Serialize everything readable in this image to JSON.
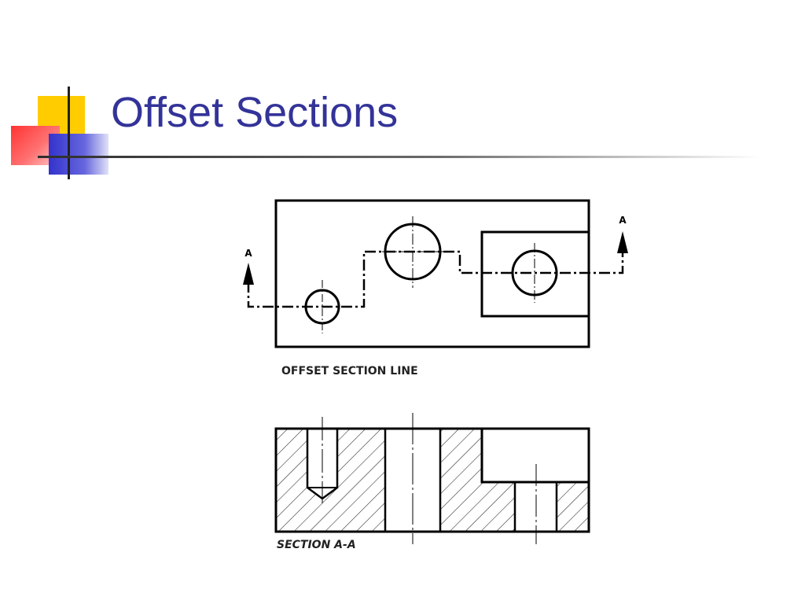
{
  "slide": {
    "title": "Offset Sections",
    "accent_colors": {
      "yellow": "#FFCC00",
      "red": "#FF3333",
      "blue": "#3333CC",
      "title_text": "#333399"
    }
  },
  "diagram": {
    "top_view": {
      "section_marker_left": "A",
      "section_marker_right": "A",
      "caption": "OFFSET SECTION LINE"
    },
    "section_view": {
      "caption": "SECTION A-A"
    }
  }
}
